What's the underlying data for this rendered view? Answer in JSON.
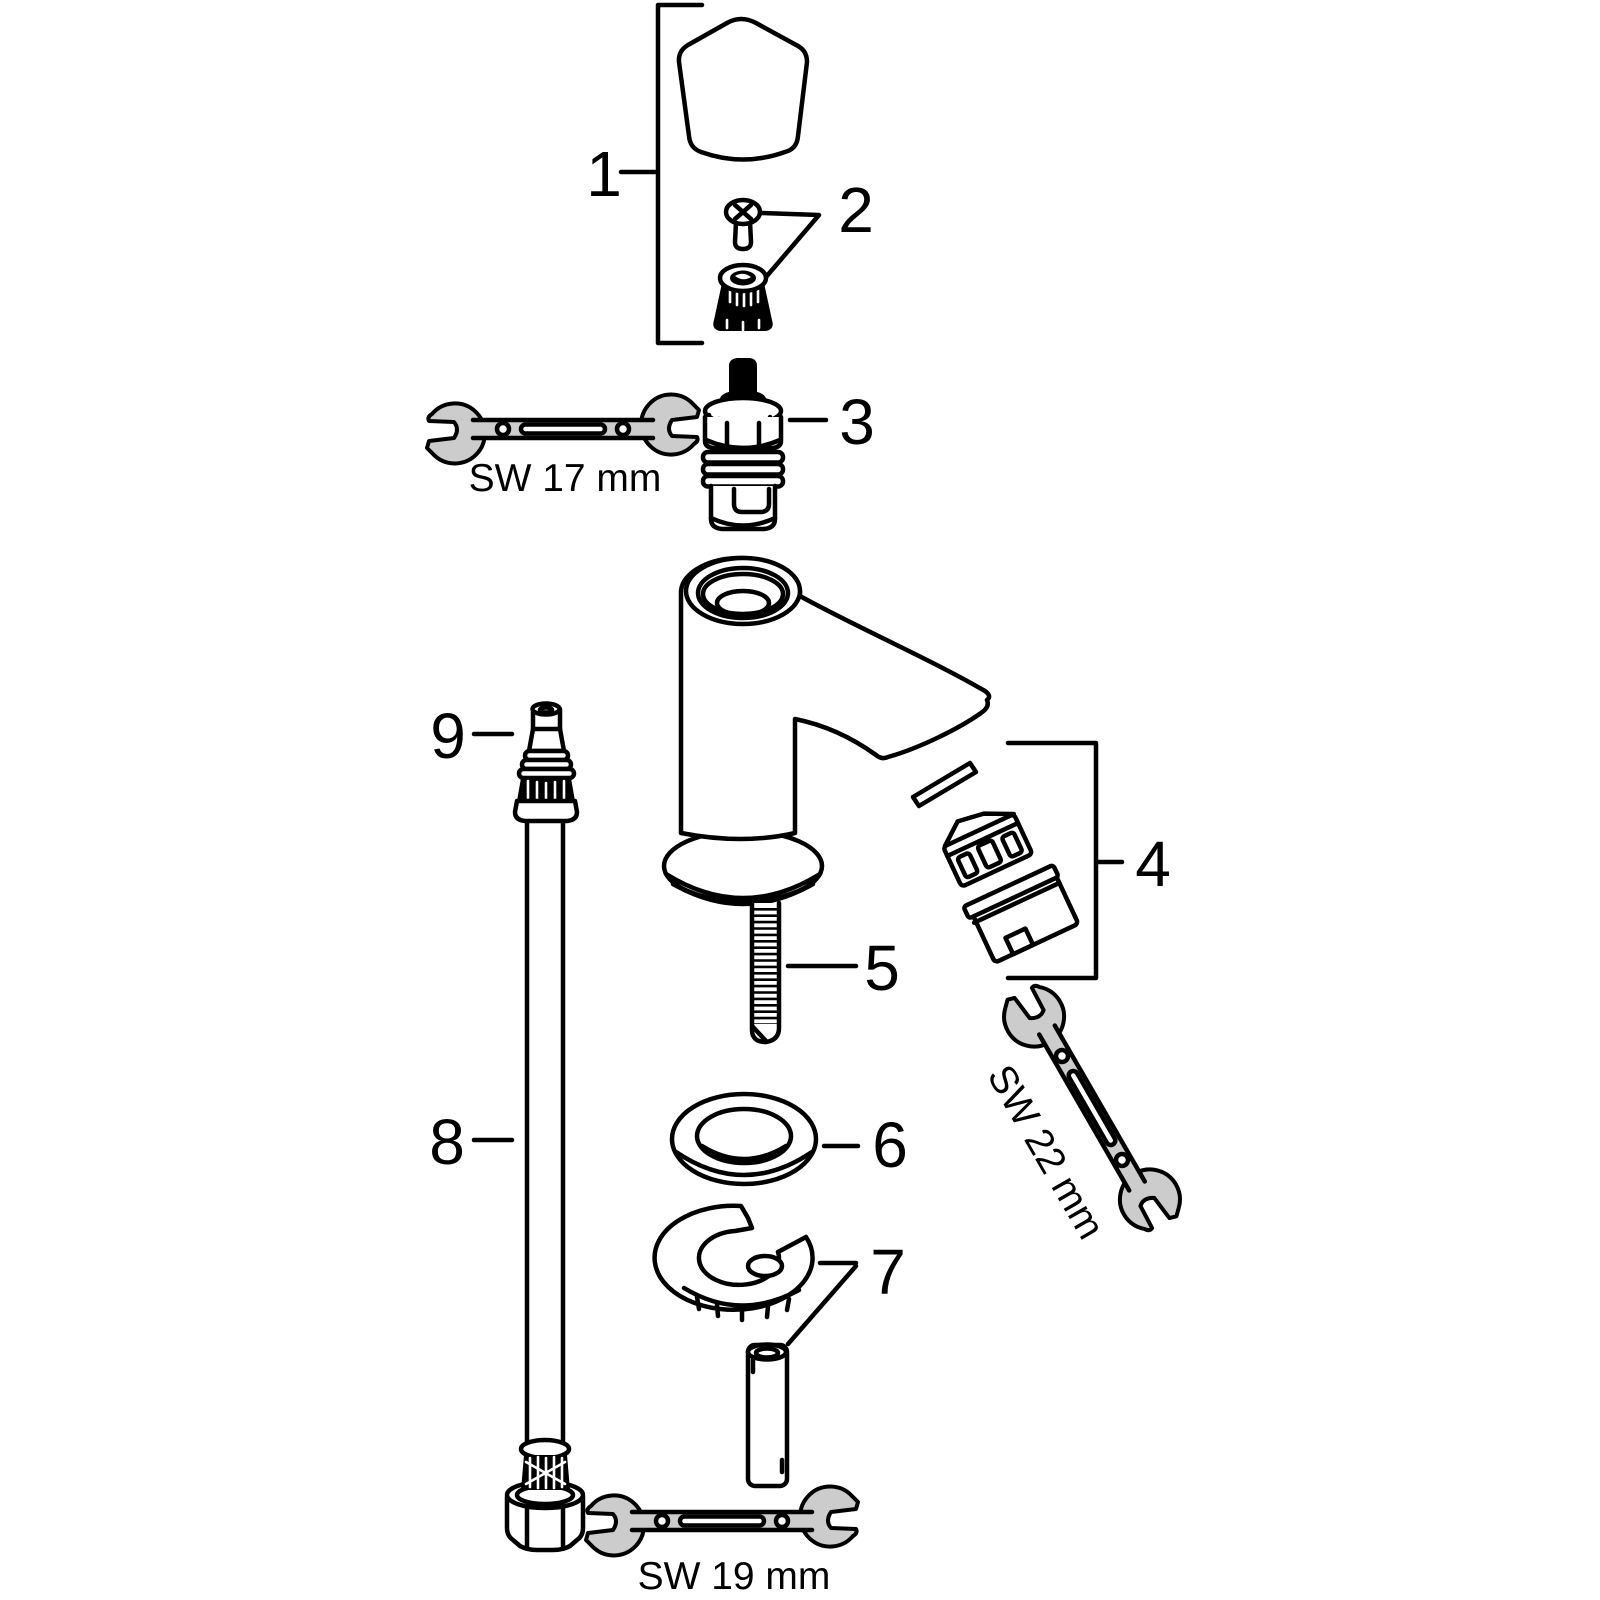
{
  "diagram": {
    "colors": {
      "background": "#ffffff",
      "line": "#000000",
      "tool_fill": "#cccccc"
    },
    "callouts": [
      {
        "label": "1"
      },
      {
        "label": "2"
      },
      {
        "label": "3"
      },
      {
        "label": "4"
      },
      {
        "label": "5"
      },
      {
        "label": "6"
      },
      {
        "label": "7"
      },
      {
        "label": "8"
      },
      {
        "label": "9"
      }
    ],
    "tools": [
      {
        "label": "SW 17 mm"
      },
      {
        "label": "SW 22 mm"
      },
      {
        "label": "SW 19 mm"
      }
    ]
  }
}
